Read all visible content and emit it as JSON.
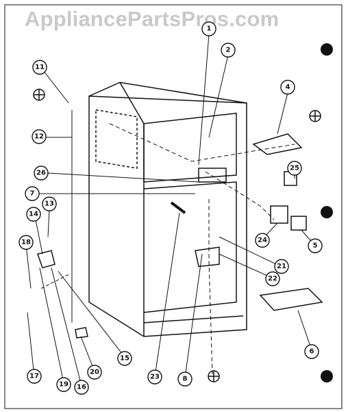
{
  "watermark": "AppliancePartsPros.com",
  "callouts": {
    "c1": "1",
    "c2": "2",
    "c4": "4",
    "c5": "5",
    "c6": "6",
    "c7": "7",
    "c8": "8",
    "c11": "11",
    "c12": "12",
    "c13": "13",
    "c14": "14",
    "c15": "15",
    "c16": "16",
    "c17": "17",
    "c18": "18",
    "c19": "19",
    "c20": "20",
    "c21": "21",
    "c22": "22",
    "c23": "23",
    "c24": "24",
    "c25": "25",
    "c26": "26"
  }
}
